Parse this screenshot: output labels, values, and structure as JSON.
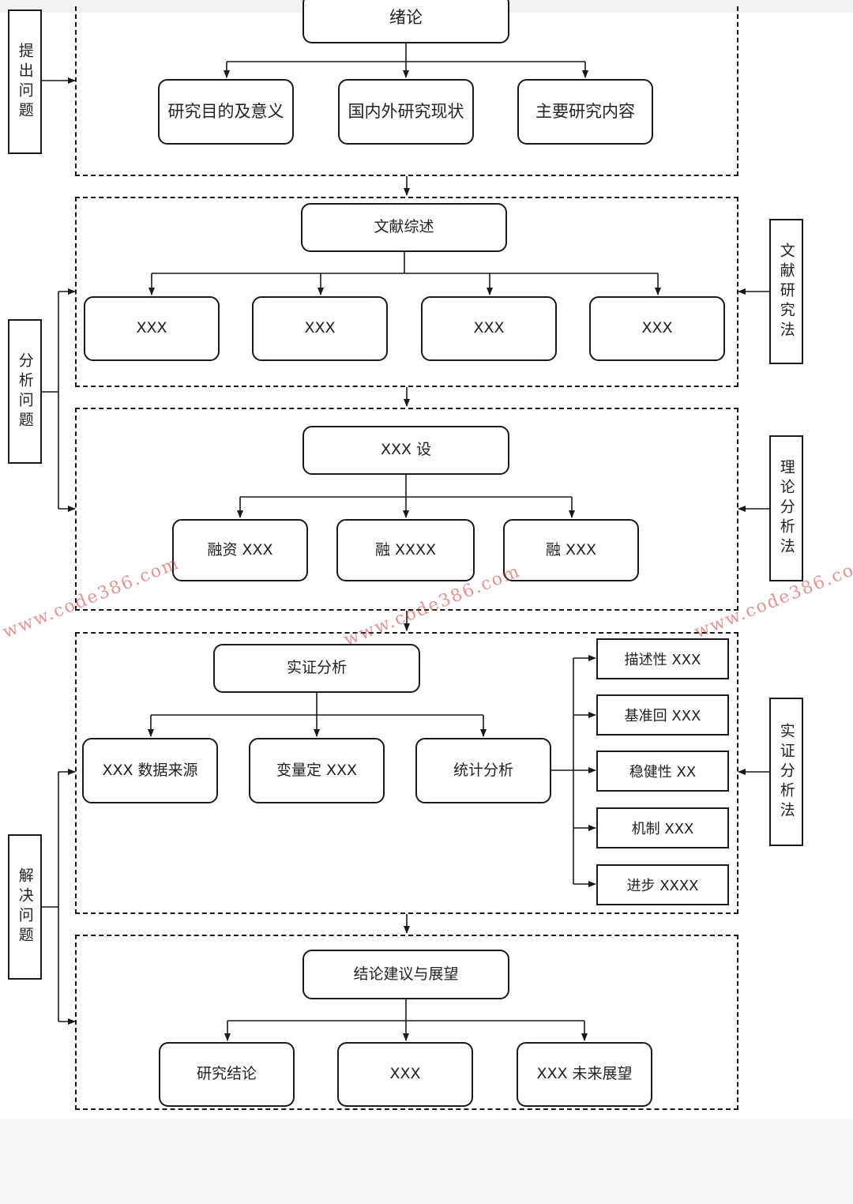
{
  "sections": {
    "intro": {
      "root": "绪论",
      "children": [
        "研究目的及意义",
        "国内外研究现状",
        "主要研究内容"
      ]
    },
    "literature": {
      "root": "文献综述",
      "children": [
        "XXX",
        "XXX",
        "XXX",
        "XXX"
      ]
    },
    "hypothesis": {
      "root": "XXX 设",
      "children": [
        "融资 XXX",
        "融 XXXX",
        "融 XXX"
      ]
    },
    "empirical": {
      "root": "实证分析",
      "children": [
        "XXX 数据来源",
        "变量定 XXX",
        "统计分析"
      ],
      "stats": [
        "描述性 XXX",
        "基准回 XXX",
        "稳健性 XX",
        "机制 XXX",
        "进步 XXXX"
      ]
    },
    "conclusion": {
      "root": "结论建议与展望",
      "children": [
        "研究结论",
        "XXX",
        "XXX 未来展望"
      ]
    }
  },
  "left_labels": [
    "提出问题",
    "分析问题",
    "解决问题"
  ],
  "right_labels": [
    "文献研究法",
    "理论分析法",
    "实证分析法"
  ],
  "watermarks": [
    "www.code386.com",
    "www.code386.com",
    "www.code386.com"
  ],
  "colors": {
    "line": "#1a1a1a",
    "watermark": "#c83c3c",
    "background": "#ffffff"
  }
}
